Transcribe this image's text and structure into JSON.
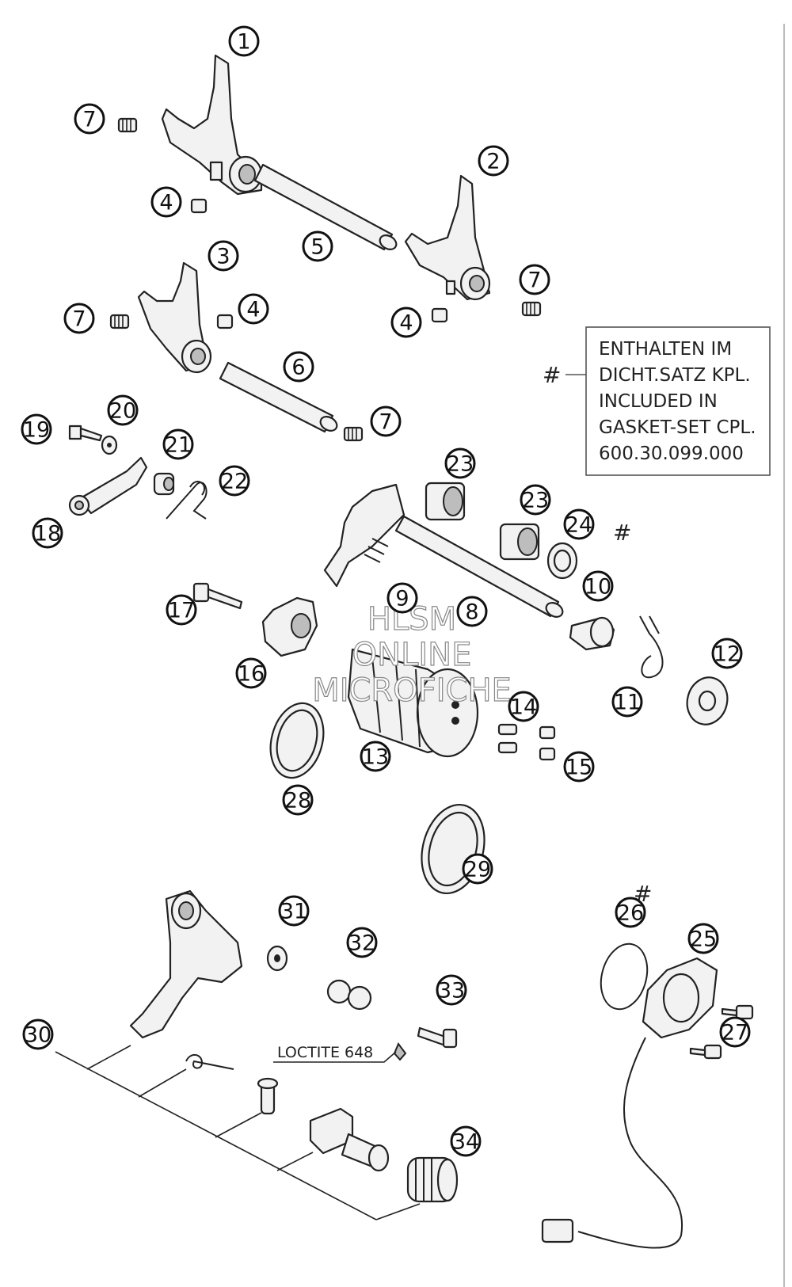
{
  "callouts": [
    {
      "label": "1"
    },
    {
      "label": "2"
    },
    {
      "label": "3"
    },
    {
      "label": "4"
    },
    {
      "label": "4"
    },
    {
      "label": "4"
    },
    {
      "label": "5"
    },
    {
      "label": "6"
    },
    {
      "label": "7"
    },
    {
      "label": "7"
    },
    {
      "label": "7"
    },
    {
      "label": "7"
    },
    {
      "label": "8"
    },
    {
      "label": "9"
    },
    {
      "label": "10"
    },
    {
      "label": "11"
    },
    {
      "label": "12"
    },
    {
      "label": "13"
    },
    {
      "label": "14"
    },
    {
      "label": "15"
    },
    {
      "label": "16"
    },
    {
      "label": "17"
    },
    {
      "label": "18"
    },
    {
      "label": "19"
    },
    {
      "label": "20"
    },
    {
      "label": "21"
    },
    {
      "label": "22"
    },
    {
      "label": "23"
    },
    {
      "label": "23"
    },
    {
      "label": "24"
    },
    {
      "label": "25"
    },
    {
      "label": "26"
    },
    {
      "label": "27"
    },
    {
      "label": "28"
    },
    {
      "label": "29"
    },
    {
      "label": "30"
    },
    {
      "label": "31"
    },
    {
      "label": "32"
    },
    {
      "label": "33"
    },
    {
      "label": "34"
    }
  ],
  "note": {
    "lines": [
      "ENTHALTEN IM",
      "DICHT.SATZ KPL.",
      "INCLUDED IN",
      "GASKET-SET CPL.",
      "600.30.099.000"
    ],
    "marker": "#"
  },
  "hash_markers": [
    "#",
    "#"
  ],
  "loctite_label": "LOCTITE 648",
  "watermark": [
    "HLSM",
    "ONLINE",
    "MICROFICHE"
  ]
}
